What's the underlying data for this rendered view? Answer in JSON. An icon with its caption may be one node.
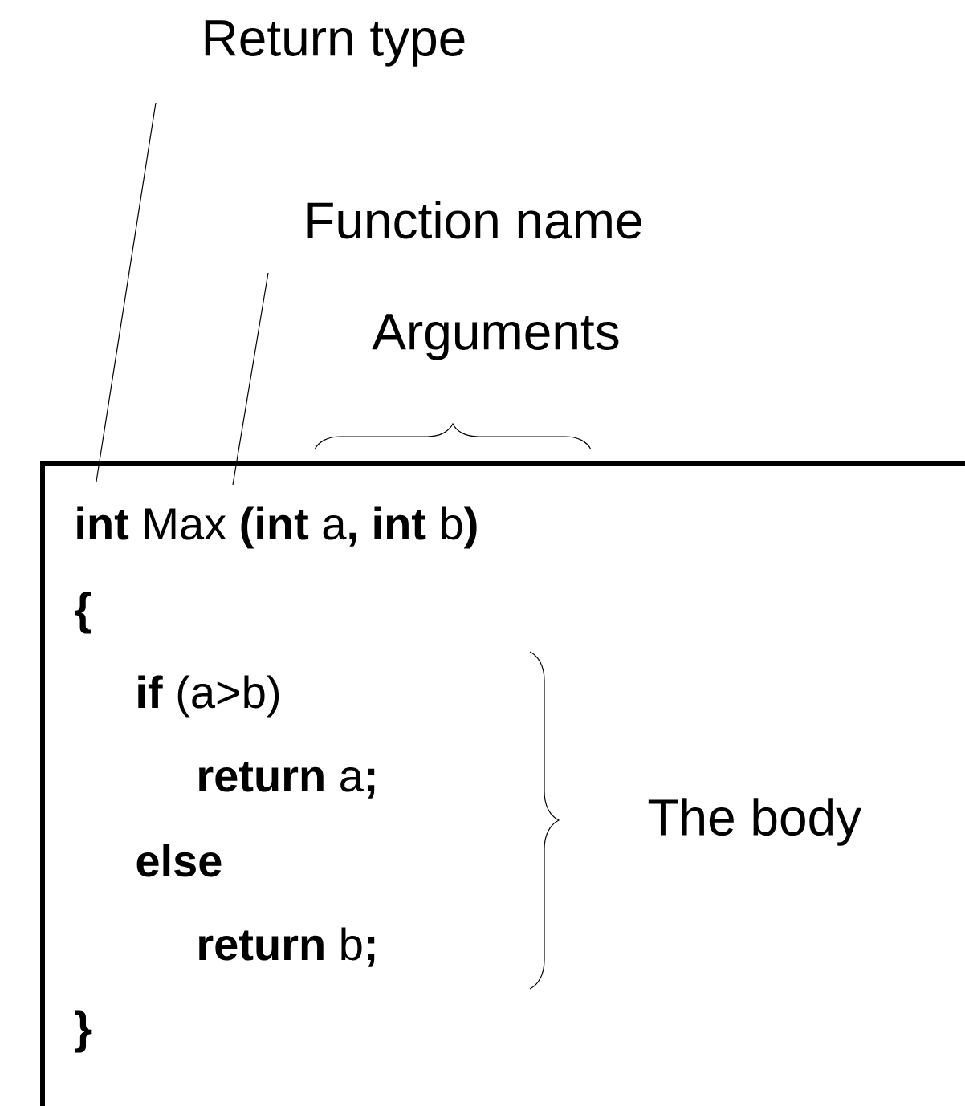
{
  "diagram": {
    "nodes": [
      {
        "text": [
          "Return type"
        ]
      },
      {
        "text": [
          "Function name"
        ]
      },
      {
        "text": [
          "**int** Max **(int** a**, int** b**)**",
          "**{**",
          "**if** (a>b)",
          "**return** a**;**",
          "**else**",
          "**return** b**;**",
          "**}**"
        ]
      }
    ],
    "edges": [
      {
        "from": 0,
        "to": 2,
        "arrow": "none"
      },
      {
        "from": 1,
        "to": 2,
        "arrow": "none"
      }
    ],
    "labels": [
      "Arguments",
      "The body"
    ]
  }
}
